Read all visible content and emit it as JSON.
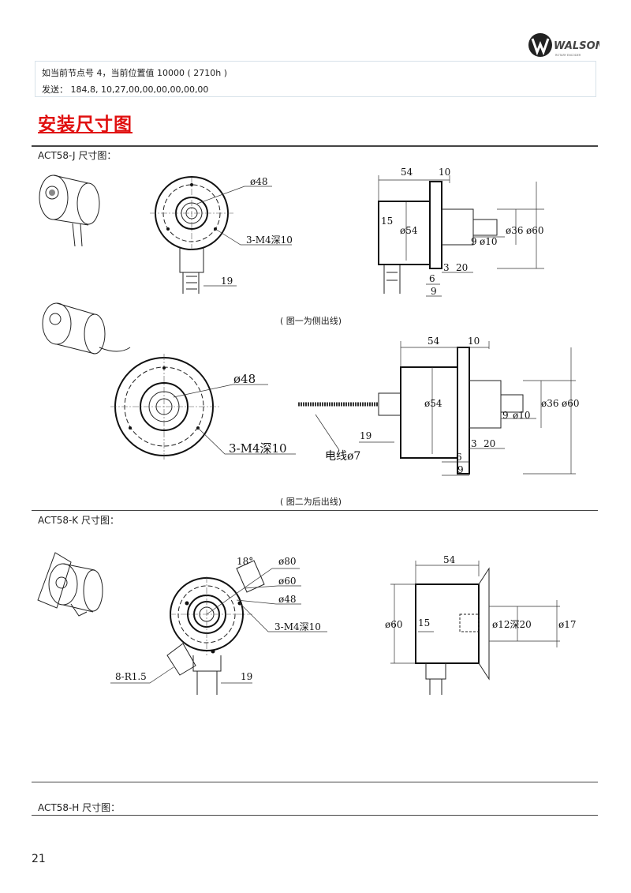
{
  "logo": {
    "brand": "WALSON",
    "tagline": "ROTARY ENCODER"
  },
  "info": {
    "line1": "如当前节点号 4，当前位置值 10000 ( 2710h )",
    "line2": "发送： 184,8, 10,27,00,00,00,00,00,00"
  },
  "title": "安装尺寸图",
  "sections": {
    "j": {
      "label": "ACT58-J 尺寸图：",
      "fig1": {
        "caption": "( 图一为侧出线)",
        "front": {
          "d48": "ø48",
          "m4": "3-M4深10",
          "w19": "19"
        },
        "side": {
          "l54": "54",
          "l10": "10",
          "l15": "15",
          "d54": "ø54",
          "d36": "ø36",
          "d60": "ø60",
          "l9a": "9",
          "d10": "ø10",
          "l3": "3",
          "l20": "20",
          "l6": "6",
          "l9b": "9"
        }
      },
      "fig2": {
        "caption": "( 图二为后出线)",
        "front": {
          "d48": "ø48",
          "m4": "3-M4深10"
        },
        "side": {
          "l54": "54",
          "l10": "10",
          "d54": "ø54",
          "d36": "ø36",
          "d60": "ø60",
          "l9a": "9",
          "d10": "ø10",
          "l19": "19",
          "cable": "电线ø7",
          "l3": "3",
          "l20": "20",
          "l6": "6",
          "l9b": "9"
        }
      }
    },
    "k": {
      "label": "ACT58-K 尺寸图：",
      "front": {
        "a18": "18°",
        "d80": "ø80",
        "d60": "ø60",
        "d48": "ø48",
        "m4": "3-M4深10",
        "r15": "8-R1.5",
        "w19": "19"
      },
      "side": {
        "l54": "54",
        "d60": "ø60",
        "l15": "15",
        "d12": "ø12深20",
        "d17": "ø17"
      }
    },
    "h": {
      "label": "ACT58-H 尺寸图："
    }
  },
  "page_number": "21"
}
